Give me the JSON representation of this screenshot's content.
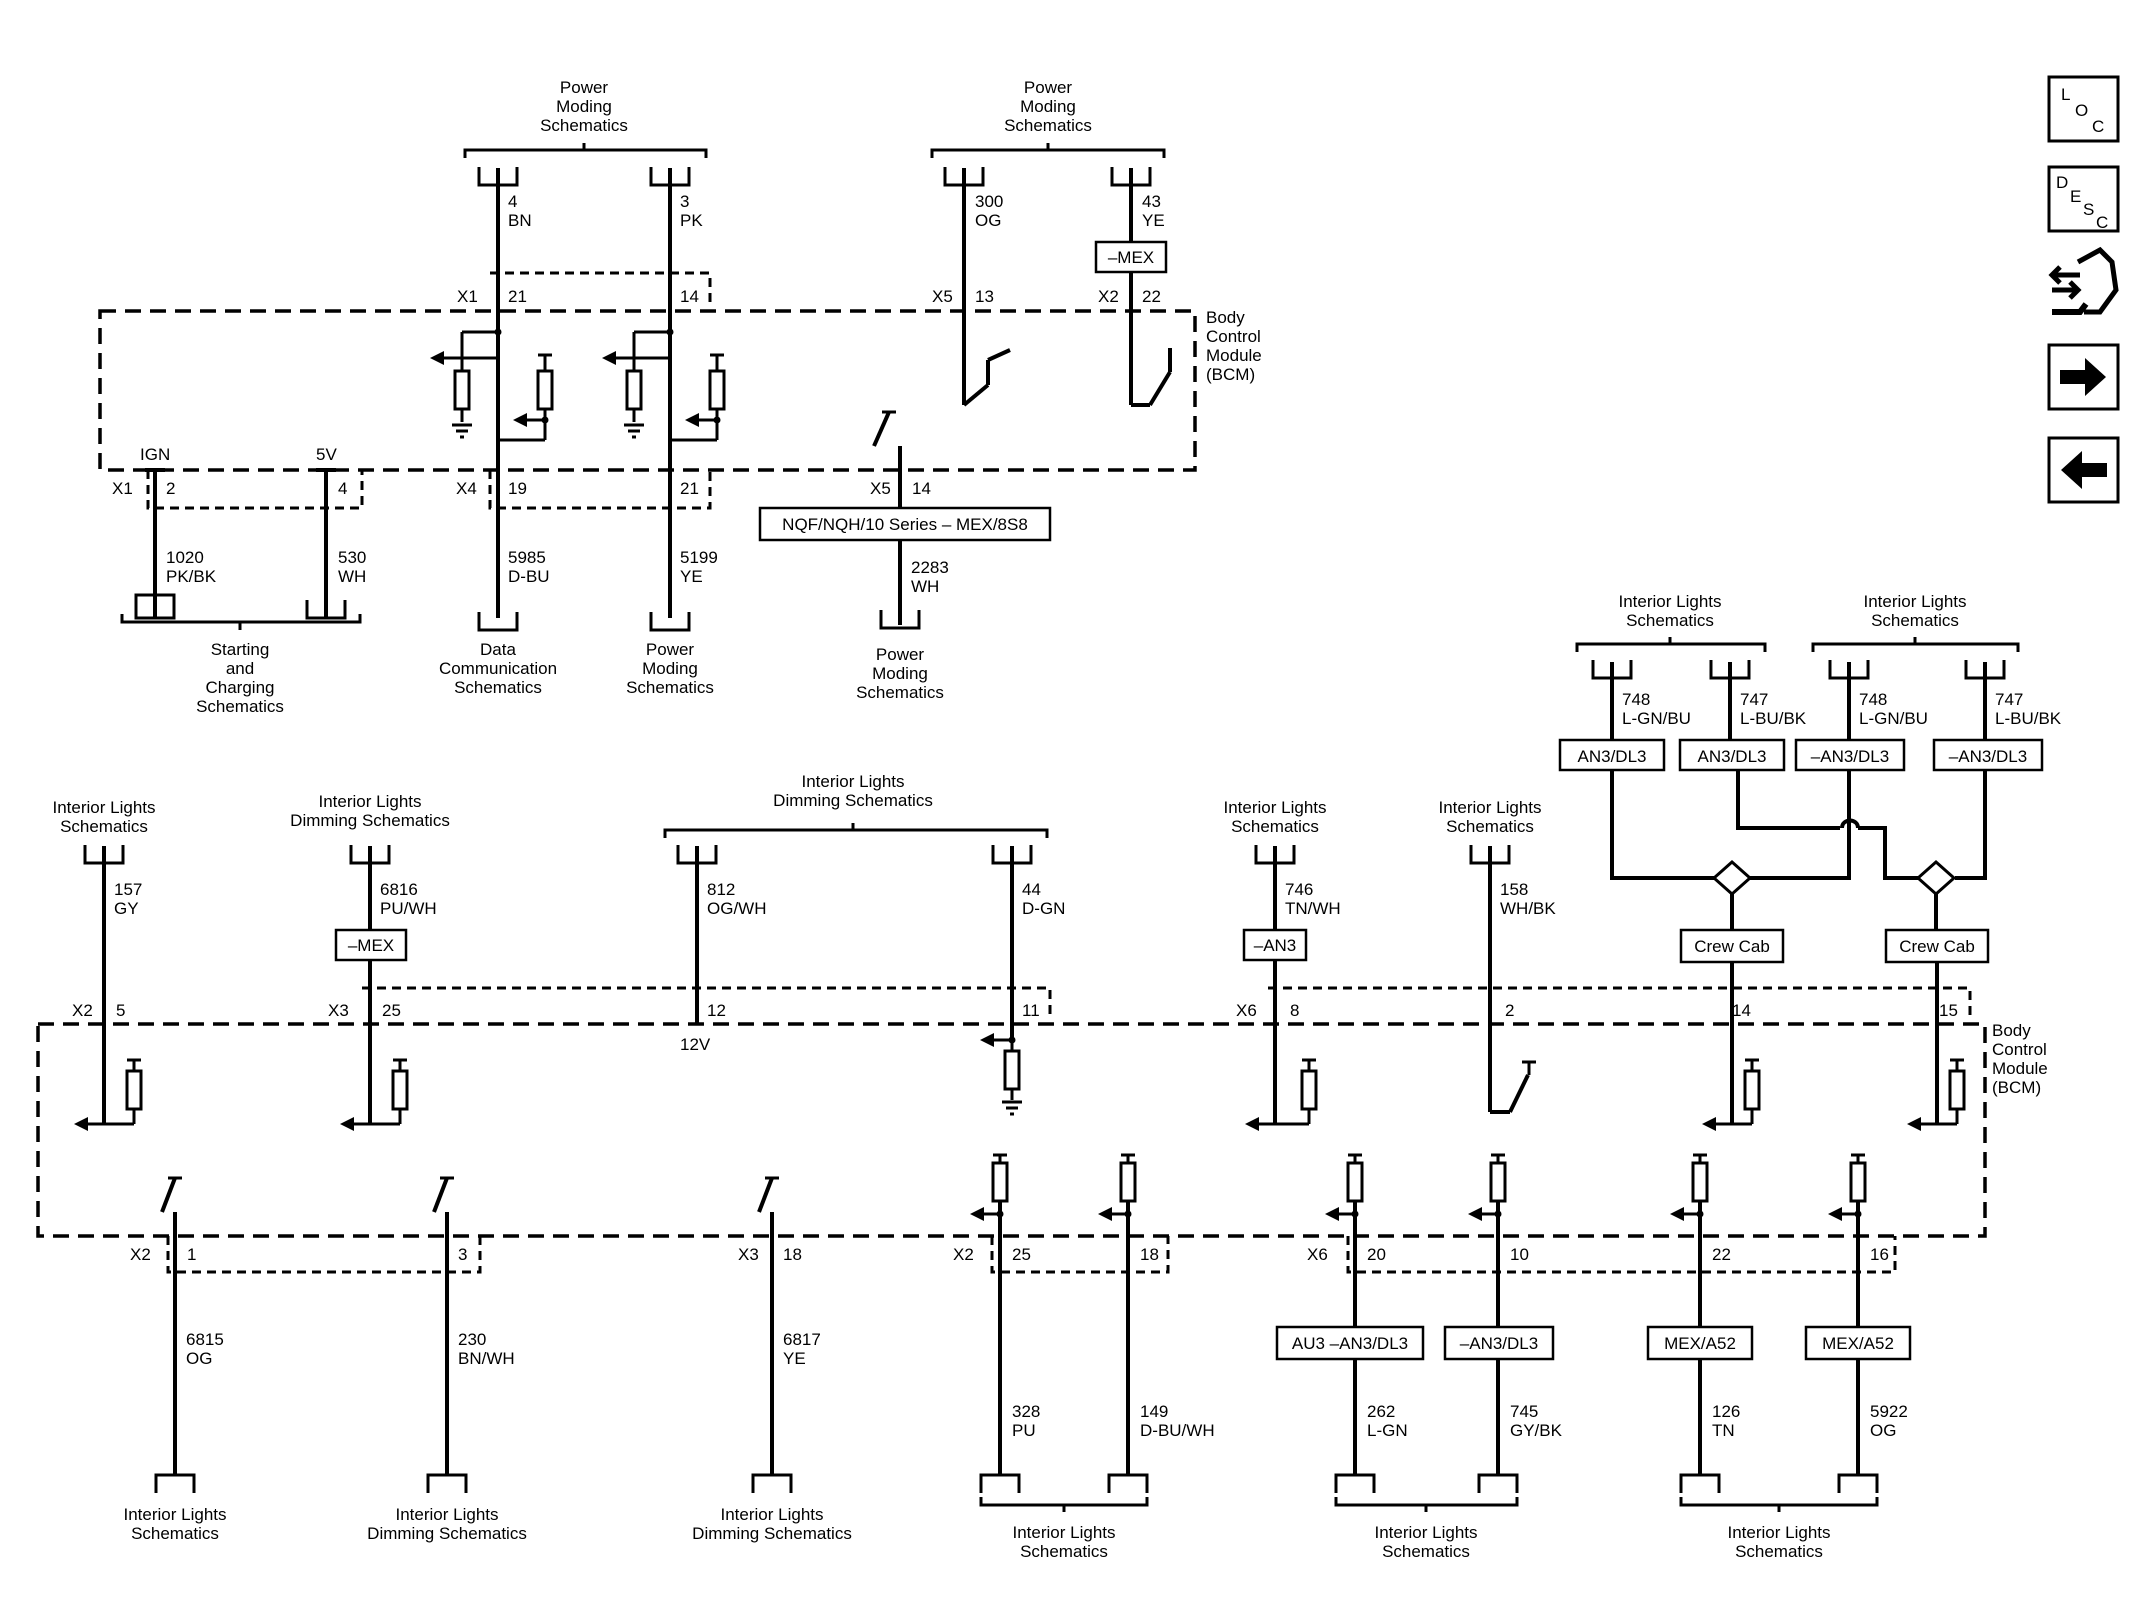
{
  "nav": {
    "loc": {
      "l1": "L",
      "l2": "O",
      "l3": "C"
    },
    "desc": {
      "l1": "D",
      "l2": "E",
      "l3": "S",
      "l4": "C"
    }
  },
  "top": {
    "pm_left": [
      "Power",
      "Moding",
      "Schematics"
    ],
    "pm_right": [
      "Power",
      "Moding",
      "Schematics"
    ],
    "w4": [
      "4",
      "BN"
    ],
    "w3": [
      "3",
      "PK"
    ],
    "w300": [
      "300",
      "OG"
    ],
    "w43": [
      "43",
      "YE"
    ],
    "opt_mex": "–MEX",
    "pin_x1": "X1",
    "pin_21a": "21",
    "pin_14a": "14",
    "pin_x5": "X5",
    "pin_13": "13",
    "pin_x2": "X2",
    "pin_22": "22",
    "bcm": [
      "Body",
      "Control",
      "Module",
      "(BCM)"
    ],
    "ign": "IGN",
    "v5": "5V",
    "pin_x1b": "X1",
    "pin_2": "2",
    "pin_4": "4",
    "pin_x4": "X4",
    "pin_19": "19",
    "pin_21b": "21",
    "pin_x5b": "X5",
    "pin_14b": "14",
    "opt_nqf": "NQF/NQH/10 Series – MEX/8S8",
    "w1020": [
      "1020",
      "PK/BK"
    ],
    "w530": [
      "530",
      "WH"
    ],
    "w5985": [
      "5985",
      "D-BU"
    ],
    "w5199": [
      "5199",
      "YE"
    ],
    "w2283": [
      "2283",
      "WH"
    ],
    "start": [
      "Starting",
      "and",
      "Charging",
      "Schematics"
    ],
    "datacomm": [
      "Data",
      "Communication",
      "Schematics"
    ],
    "pm_bot": [
      "Power",
      "Moding",
      "Schematics"
    ],
    "pm_bot2": [
      "Power",
      "Moding",
      "Schematics"
    ]
  },
  "right_top": {
    "il_a": [
      "Interior Lights",
      "Schematics"
    ],
    "il_b": [
      "Interior Lights",
      "Schematics"
    ],
    "w748a": [
      "748",
      "L-GN/BU"
    ],
    "w747a": [
      "747",
      "L-BU/BK"
    ],
    "w748b": [
      "748",
      "L-GN/BU"
    ],
    "w747b": [
      "747",
      "L-BU/BK"
    ],
    "opt1": "AN3/DL3",
    "opt2": "AN3/DL3",
    "opt3": "–AN3/DL3",
    "opt4": "–AN3/DL3",
    "crew1": "Crew Cab",
    "crew2": "Crew Cab"
  },
  "mid": {
    "il_1": [
      "Interior Lights",
      "Schematics"
    ],
    "ild_1": [
      "Interior Lights",
      "Dimming Schematics"
    ],
    "ild_2": [
      "Interior Lights",
      "Dimming Schematics"
    ],
    "il_2": [
      "Interior Lights",
      "Schematics"
    ],
    "il_3": [
      "Interior Lights",
      "Schematics"
    ],
    "w157": [
      "157",
      "GY"
    ],
    "w6816": [
      "6816",
      "PU/WH"
    ],
    "w812": [
      "812",
      "OG/WH"
    ],
    "w44": [
      "44",
      "D-GN"
    ],
    "w746": [
      "746",
      "TN/WH"
    ],
    "w158": [
      "158",
      "WH/BK"
    ],
    "opt_mex": "–MEX",
    "opt_an3": "–AN3",
    "pins": {
      "x2": "X2",
      "p5": "5",
      "x3": "X3",
      "p25": "25",
      "p12": "12",
      "p11": "11",
      "x6": "X6",
      "p8": "8",
      "p2": "2",
      "p14": "14",
      "p15": "15"
    },
    "v12": "12V",
    "bcm": [
      "Body",
      "Control",
      "Module",
      "(BCM)"
    ]
  },
  "bottom": {
    "pins": {
      "x2": "X2",
      "p1": "1",
      "p3": "3",
      "x3": "X3",
      "p18": "18",
      "x2b": "X2",
      "p25": "25",
      "p18b": "18",
      "x6": "X6",
      "p20": "20",
      "p10": "10",
      "p22": "22",
      "p16": "16"
    },
    "w6815": [
      "6815",
      "OG"
    ],
    "w230": [
      "230",
      "BN/WH"
    ],
    "w6817": [
      "6817",
      "YE"
    ],
    "w328": [
      "328",
      "PU"
    ],
    "w149": [
      "149",
      "D-BU/WH"
    ],
    "w262": [
      "262",
      "L-GN"
    ],
    "w745": [
      "745",
      "GY/BK"
    ],
    "w126": [
      "126",
      "TN"
    ],
    "w5922": [
      "5922",
      "OG"
    ],
    "opt_au3": "AU3 –AN3/DL3",
    "opt_an3": "–AN3/DL3",
    "opt_mex1": "MEX/A52",
    "opt_mex2": "MEX/A52",
    "dest1": [
      "Interior Lights",
      "Schematics"
    ],
    "dest2": [
      "Interior Lights",
      "Dimming Schematics"
    ],
    "dest3": [
      "Interior Lights",
      "Dimming Schematics"
    ],
    "dest4": [
      "Interior Lights",
      "Schematics"
    ],
    "dest5": [
      "Interior Lights",
      "Schematics"
    ],
    "dest6": [
      "Interior Lights",
      "Schematics"
    ]
  }
}
